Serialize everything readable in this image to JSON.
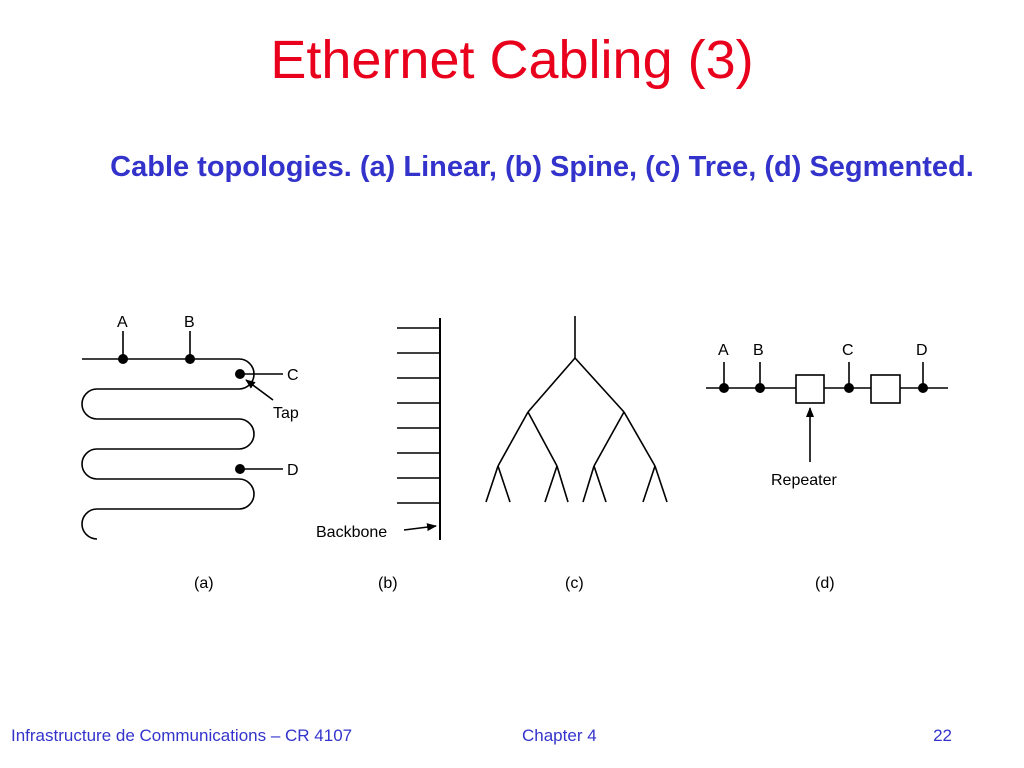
{
  "title": "Ethernet Cabling (3)",
  "subtitle": "Cable topologies.  (a) Linear, (b) Spine, (c) Tree, (d) Segmented.",
  "diagram_a": {
    "label_a": "A",
    "label_b": "B",
    "label_c": "C",
    "label_tap": "Tap",
    "label_d": "D",
    "caption": "(a)"
  },
  "diagram_b": {
    "label_backbone": "Backbone",
    "caption": "(b)"
  },
  "diagram_c": {
    "caption": "(c)"
  },
  "diagram_d": {
    "label_a": "A",
    "label_b": "B",
    "label_c": "C",
    "label_d": "D",
    "label_repeater": "Repeater",
    "caption": "(d)"
  },
  "footer": {
    "course": "Infrastructure de Communications – CR 4107",
    "chapter": "Chapter 4",
    "page": "22"
  },
  "colors": {
    "title": "#e8001c",
    "subtitle": "#3333cc",
    "footer": "#3333cc"
  }
}
